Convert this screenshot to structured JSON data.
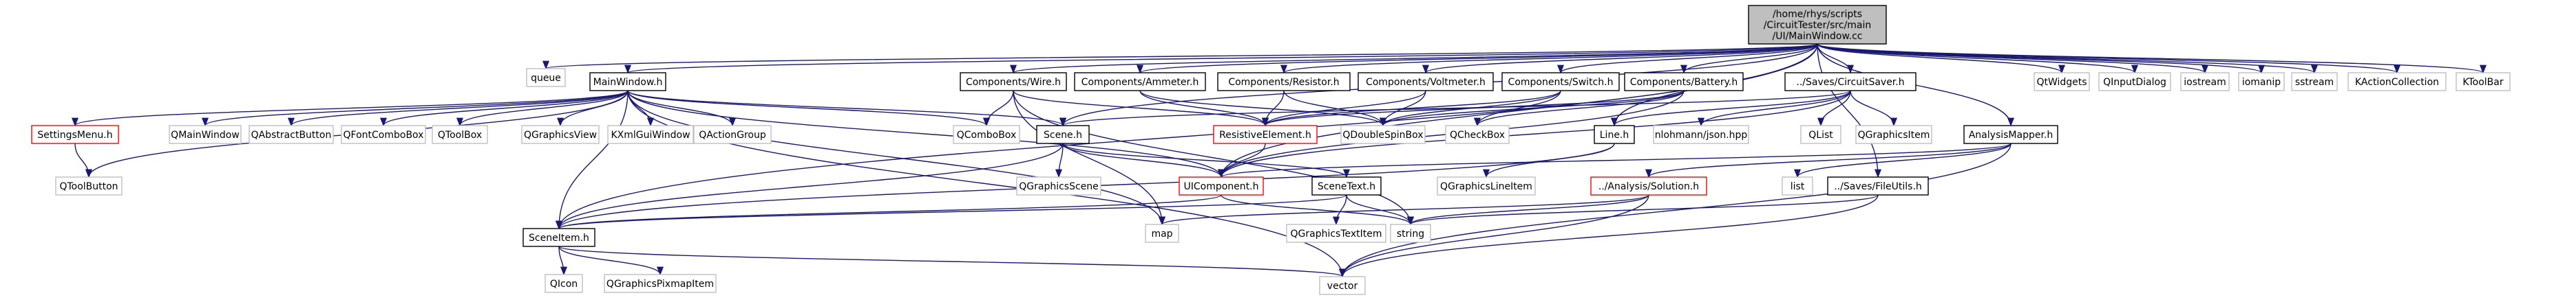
{
  "diagram": {
    "title": "/home/rhys/scripts/CircuitTester/src/main/UI/MainWindow.cc",
    "colors": {
      "root_fill": "#bfbfbf",
      "root_border": "#000000",
      "documented_border": "#000000",
      "undocumented_border": "#bfbfbf",
      "incomplete_border": "#ff0000",
      "edge": "#191970",
      "text": "#000000"
    },
    "nodes": [
      {
        "id": "root",
        "lines": [
          "/home/rhys/scripts",
          "/CircuitTester/src/main",
          "/UI/MainWindow.cc"
        ],
        "kind": "root"
      },
      {
        "id": "queue",
        "lines": [
          "queue"
        ],
        "kind": "undocumented"
      },
      {
        "id": "mainwindow_h",
        "lines": [
          "MainWindow.h"
        ],
        "kind": "documented"
      },
      {
        "id": "wire_h",
        "lines": [
          "Components/Wire.h"
        ],
        "kind": "documented"
      },
      {
        "id": "ammeter_h",
        "lines": [
          "Components/Ammeter.h"
        ],
        "kind": "documented"
      },
      {
        "id": "resistor_h",
        "lines": [
          "Components/Resistor.h"
        ],
        "kind": "documented"
      },
      {
        "id": "voltmeter_h",
        "lines": [
          "Components/Voltmeter.h"
        ],
        "kind": "documented"
      },
      {
        "id": "switch_h",
        "lines": [
          "Components/Switch.h"
        ],
        "kind": "documented"
      },
      {
        "id": "battery_h",
        "lines": [
          "Components/Battery.h"
        ],
        "kind": "documented"
      },
      {
        "id": "circuitsaver_h",
        "lines": [
          "../Saves/CircuitSaver.h"
        ],
        "kind": "documented"
      },
      {
        "id": "qtwidgets",
        "lines": [
          "QtWidgets"
        ],
        "kind": "undocumented"
      },
      {
        "id": "qinputdialog",
        "lines": [
          "QInputDialog"
        ],
        "kind": "undocumented"
      },
      {
        "id": "iostream",
        "lines": [
          "iostream"
        ],
        "kind": "undocumented"
      },
      {
        "id": "iomanip",
        "lines": [
          "iomanip"
        ],
        "kind": "undocumented"
      },
      {
        "id": "sstream",
        "lines": [
          "sstream"
        ],
        "kind": "undocumented"
      },
      {
        "id": "kactioncollection",
        "lines": [
          "KActionCollection"
        ],
        "kind": "undocumented"
      },
      {
        "id": "ktoolbar",
        "lines": [
          "KToolBar"
        ],
        "kind": "undocumented"
      },
      {
        "id": "settingsmenu_h",
        "lines": [
          "SettingsMenu.h"
        ],
        "kind": "incomplete"
      },
      {
        "id": "qmainwindow",
        "lines": [
          "QMainWindow"
        ],
        "kind": "undocumented"
      },
      {
        "id": "qabstractbutton",
        "lines": [
          "QAbstractButton"
        ],
        "kind": "undocumented"
      },
      {
        "id": "qfontcombobox",
        "lines": [
          "QFontComboBox"
        ],
        "kind": "undocumented"
      },
      {
        "id": "qtoolbox",
        "lines": [
          "QToolBox"
        ],
        "kind": "undocumented"
      },
      {
        "id": "qgraphicsview",
        "lines": [
          "QGraphicsView"
        ],
        "kind": "undocumented"
      },
      {
        "id": "kxmlguiwindow",
        "lines": [
          "KXmlGuiWindow"
        ],
        "kind": "undocumented"
      },
      {
        "id": "qactiongroup",
        "lines": [
          "QActionGroup"
        ],
        "kind": "undocumented"
      },
      {
        "id": "qcombobox",
        "lines": [
          "QComboBox"
        ],
        "kind": "undocumented"
      },
      {
        "id": "scene_h",
        "lines": [
          "Scene.h"
        ],
        "kind": "documented"
      },
      {
        "id": "resistiveelement_h",
        "lines": [
          "ResistiveElement.h"
        ],
        "kind": "incomplete"
      },
      {
        "id": "qdoublespinbox",
        "lines": [
          "QDoubleSpinBox"
        ],
        "kind": "undocumented"
      },
      {
        "id": "qcheckbox",
        "lines": [
          "QCheckBox"
        ],
        "kind": "undocumented"
      },
      {
        "id": "line_h",
        "lines": [
          "Line.h"
        ],
        "kind": "documented"
      },
      {
        "id": "nlohmann",
        "lines": [
          "nlohmann/json.hpp"
        ],
        "kind": "undocumented"
      },
      {
        "id": "qlist",
        "lines": [
          "QList"
        ],
        "kind": "undocumented"
      },
      {
        "id": "qgraphicsitem",
        "lines": [
          "QGraphicsItem"
        ],
        "kind": "undocumented"
      },
      {
        "id": "analysismapper_h",
        "lines": [
          "AnalysisMapper.h"
        ],
        "kind": "documented"
      },
      {
        "id": "qtoolbutton",
        "lines": [
          "QToolButton"
        ],
        "kind": "undocumented"
      },
      {
        "id": "qgraphicsscene",
        "lines": [
          "QGraphicsScene"
        ],
        "kind": "undocumented"
      },
      {
        "id": "uicomponent_h",
        "lines": [
          "UIComponent.h"
        ],
        "kind": "incomplete"
      },
      {
        "id": "scenetext_h",
        "lines": [
          "SceneText.h"
        ],
        "kind": "documented"
      },
      {
        "id": "qgraphicslineitem",
        "lines": [
          "QGraphicsLineItem"
        ],
        "kind": "undocumented"
      },
      {
        "id": "solution_h",
        "lines": [
          "../Analysis/Solution.h"
        ],
        "kind": "incomplete"
      },
      {
        "id": "list",
        "lines": [
          "list"
        ],
        "kind": "undocumented"
      },
      {
        "id": "fileutils_h",
        "lines": [
          "../Saves/FileUtils.h"
        ],
        "kind": "documented"
      },
      {
        "id": "map",
        "lines": [
          "map"
        ],
        "kind": "undocumented"
      },
      {
        "id": "string",
        "lines": [
          "string"
        ],
        "kind": "undocumented"
      },
      {
        "id": "qgraphicstextitem",
        "lines": [
          "QGraphicsTextItem"
        ],
        "kind": "undocumented"
      },
      {
        "id": "sceneitem_h",
        "lines": [
          "SceneItem.h"
        ],
        "kind": "documented"
      },
      {
        "id": "qicon",
        "lines": [
          "QIcon"
        ],
        "kind": "undocumented"
      },
      {
        "id": "qgraphicspixmapitem",
        "lines": [
          "QGraphicsPixmapItem"
        ],
        "kind": "undocumented"
      },
      {
        "id": "vector",
        "lines": [
          "vector"
        ],
        "kind": "undocumented"
      }
    ],
    "edges": [
      [
        "root",
        "queue"
      ],
      [
        "root",
        "mainwindow_h"
      ],
      [
        "root",
        "wire_h"
      ],
      [
        "root",
        "ammeter_h"
      ],
      [
        "root",
        "resistor_h"
      ],
      [
        "root",
        "voltmeter_h"
      ],
      [
        "root",
        "switch_h"
      ],
      [
        "root",
        "battery_h"
      ],
      [
        "root",
        "circuitsaver_h"
      ],
      [
        "root",
        "qtwidgets"
      ],
      [
        "root",
        "qinputdialog"
      ],
      [
        "root",
        "iostream"
      ],
      [
        "root",
        "iomanip"
      ],
      [
        "root",
        "sstream"
      ],
      [
        "root",
        "kactioncollection"
      ],
      [
        "root",
        "ktoolbar"
      ],
      [
        "root",
        "analysismapper_h"
      ],
      [
        "root",
        "scene_h"
      ],
      [
        "root",
        "fileutils_h"
      ],
      [
        "root",
        "sceneitem_h"
      ],
      [
        "root",
        "line_h"
      ],
      [
        "root",
        "uicomponent_h"
      ],
      [
        "mainwindow_h",
        "settingsmenu_h"
      ],
      [
        "mainwindow_h",
        "qmainwindow"
      ],
      [
        "mainwindow_h",
        "qabstractbutton"
      ],
      [
        "mainwindow_h",
        "qfontcombobox"
      ],
      [
        "mainwindow_h",
        "qtoolbox"
      ],
      [
        "mainwindow_h",
        "qgraphicsview"
      ],
      [
        "mainwindow_h",
        "kxmlguiwindow"
      ],
      [
        "mainwindow_h",
        "qactiongroup"
      ],
      [
        "mainwindow_h",
        "qcombobox"
      ],
      [
        "mainwindow_h",
        "scene_h"
      ],
      [
        "mainwindow_h",
        "qtoolbutton"
      ],
      [
        "mainwindow_h",
        "uicomponent_h"
      ],
      [
        "mainwindow_h",
        "map"
      ],
      [
        "mainwindow_h",
        "vector"
      ],
      [
        "mainwindow_h",
        "sceneitem_h"
      ],
      [
        "settingsmenu_h",
        "qtoolbutton"
      ],
      [
        "wire_h",
        "qcombobox"
      ],
      [
        "wire_h",
        "resistiveelement_h"
      ],
      [
        "wire_h",
        "map"
      ],
      [
        "wire_h",
        "string"
      ],
      [
        "ammeter_h",
        "resistiveelement_h"
      ],
      [
        "ammeter_h",
        "qdoublespinbox"
      ],
      [
        "resistor_h",
        "resistiveelement_h"
      ],
      [
        "resistor_h",
        "qdoublespinbox"
      ],
      [
        "voltmeter_h",
        "resistiveelement_h"
      ],
      [
        "voltmeter_h",
        "qdoublespinbox"
      ],
      [
        "switch_h",
        "resistiveelement_h"
      ],
      [
        "switch_h",
        "qdoublespinbox"
      ],
      [
        "switch_h",
        "qcheckbox"
      ],
      [
        "battery_h",
        "resistiveelement_h"
      ],
      [
        "battery_h",
        "qdoublespinbox"
      ],
      [
        "battery_h",
        "qcheckbox"
      ],
      [
        "battery_h",
        "uicomponent_h"
      ],
      [
        "circuitsaver_h",
        "scene_h"
      ],
      [
        "circuitsaver_h",
        "line_h"
      ],
      [
        "circuitsaver_h",
        "nlohmann"
      ],
      [
        "circuitsaver_h",
        "qlist"
      ],
      [
        "circuitsaver_h",
        "qgraphicsitem"
      ],
      [
        "circuitsaver_h",
        "uicomponent_h"
      ],
      [
        "scene_h",
        "qgraphicsscene"
      ],
      [
        "scene_h",
        "uicomponent_h"
      ],
      [
        "scene_h",
        "scenetext_h"
      ],
      [
        "scene_h",
        "sceneitem_h"
      ],
      [
        "resistiveelement_h",
        "uicomponent_h"
      ],
      [
        "line_h",
        "qgraphicslineitem"
      ],
      [
        "line_h",
        "sceneitem_h"
      ],
      [
        "analysismapper_h",
        "solution_h"
      ],
      [
        "analysismapper_h",
        "list"
      ],
      [
        "analysismapper_h",
        "vector"
      ],
      [
        "analysismapper_h",
        "uicomponent_h"
      ],
      [
        "uicomponent_h",
        "sceneitem_h"
      ],
      [
        "uicomponent_h",
        "string"
      ],
      [
        "scenetext_h",
        "qgraphicstextitem"
      ],
      [
        "scenetext_h",
        "string"
      ],
      [
        "scenetext_h",
        "sceneitem_h"
      ],
      [
        "solution_h",
        "map"
      ],
      [
        "solution_h",
        "vector"
      ],
      [
        "solution_h",
        "string"
      ],
      [
        "fileutils_h",
        "string"
      ],
      [
        "fileutils_h",
        "vector"
      ],
      [
        "sceneitem_h",
        "qicon"
      ],
      [
        "sceneitem_h",
        "qgraphicspixmapitem"
      ],
      [
        "sceneitem_h",
        "vector"
      ]
    ]
  }
}
